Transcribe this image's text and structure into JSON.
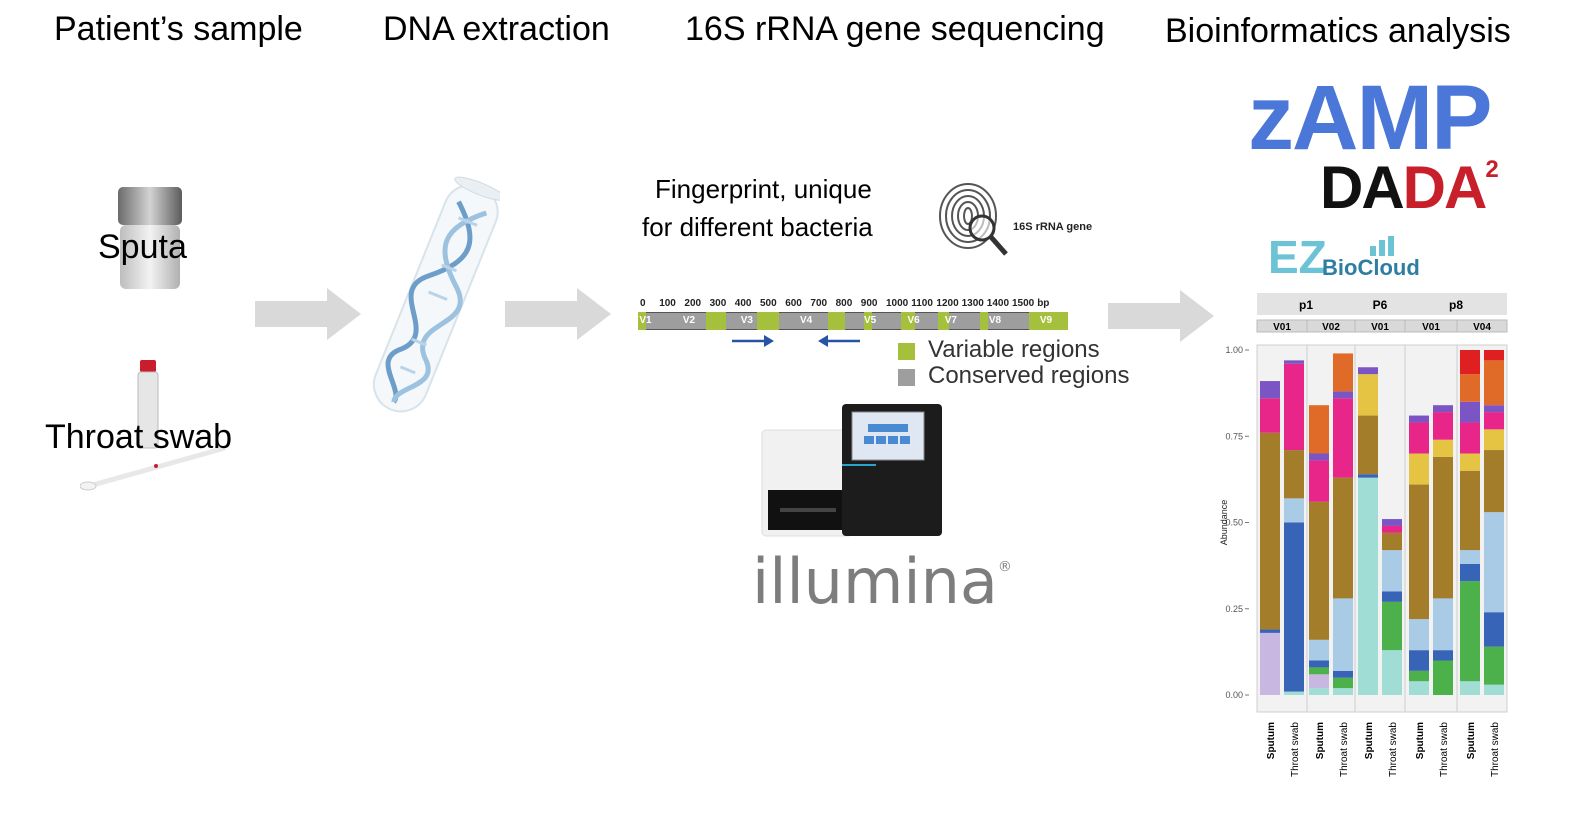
{
  "steps": {
    "sample": "Patient’s sample",
    "dna": "DNA extraction",
    "seq": "16S rRNA gene sequencing",
    "bioinf": "Bioinformatics analysis"
  },
  "samples": {
    "sputa": "Sputa",
    "throat": "Throat swab"
  },
  "fingerprint": {
    "line1": "Fingerprint, unique",
    "line2": "for different bacteria",
    "gene_label": "16S rRNA gene"
  },
  "gene_map": {
    "ticks": [
      "0",
      "100",
      "200",
      "300",
      "400",
      "500",
      "600",
      "700",
      "800",
      "900",
      "1000",
      "1100",
      "1200",
      "1300",
      "1400",
      "1500",
      "bp"
    ],
    "regions": [
      "V1",
      "V2",
      "V3",
      "V4",
      "V5",
      "V6",
      "V7",
      "V8",
      "V9"
    ]
  },
  "legend": {
    "variable": "Variable regions",
    "conserved": "Conserved regions",
    "variable_color": "#a5c03c",
    "conserved_color": "#9e9e9e"
  },
  "logos": {
    "zamp": "zAMP",
    "dada_d1": "DA",
    "dada_d2": "DA",
    "dada_sup": "2",
    "ez": "EZ",
    "biocloud": "BioCloud",
    "illumina": "illumina",
    "illumina_reg": "®"
  },
  "chart_data": {
    "type": "bar",
    "stacked": true,
    "ylabel": "Abundance",
    "ylim": [
      0,
      1
    ],
    "yticks": [
      "0.00",
      "0.25",
      "0.50",
      "0.75",
      "1.00"
    ],
    "facets_top": [
      "p1",
      "P6",
      "p8"
    ],
    "facets_sub": [
      "V01",
      "V02",
      "V01",
      "V01",
      "V04"
    ],
    "categories": [
      "Sputum",
      "Throat swab",
      "Sputum",
      "Throat swab",
      "Sputum",
      "Throat swab",
      "Sputum",
      "Throat swab",
      "Sputum",
      "Throat swab"
    ],
    "colors": [
      "#a0ddd4",
      "#c8b7e0",
      "#4cb14a",
      "#3864b8",
      "#a9cbe6",
      "#a47d2b",
      "#e5c443",
      "#e8268a",
      "#7c55c5",
      "#e06a28",
      "#e02020"
    ],
    "series": [
      {
        "values": [
          0.0,
          0.01,
          0.02,
          0.02,
          0.63,
          0.13,
          0.04,
          0.0,
          0.04,
          0.03
        ]
      },
      {
        "values": [
          0.18,
          0.0,
          0.04,
          0.0,
          0.0,
          0.0,
          0.0,
          0.0,
          0.0,
          0.0
        ]
      },
      {
        "values": [
          0.0,
          0.0,
          0.02,
          0.03,
          0.0,
          0.14,
          0.03,
          0.1,
          0.29,
          0.11
        ]
      },
      {
        "values": [
          0.01,
          0.49,
          0.02,
          0.02,
          0.01,
          0.03,
          0.06,
          0.03,
          0.05,
          0.1
        ]
      },
      {
        "values": [
          0.0,
          0.07,
          0.06,
          0.21,
          0.0,
          0.12,
          0.09,
          0.15,
          0.04,
          0.29
        ]
      },
      {
        "values": [
          0.57,
          0.14,
          0.4,
          0.35,
          0.17,
          0.05,
          0.39,
          0.41,
          0.23,
          0.18
        ]
      },
      {
        "values": [
          0.0,
          0.0,
          0.0,
          0.0,
          0.12,
          0.0,
          0.09,
          0.05,
          0.05,
          0.06
        ]
      },
      {
        "values": [
          0.1,
          0.25,
          0.12,
          0.23,
          0.0,
          0.02,
          0.09,
          0.08,
          0.09,
          0.05
        ]
      },
      {
        "values": [
          0.05,
          0.01,
          0.02,
          0.02,
          0.02,
          0.02,
          0.02,
          0.02,
          0.06,
          0.02
        ]
      },
      {
        "values": [
          0.0,
          0.0,
          0.14,
          0.11,
          0.0,
          0.0,
          0.0,
          0.0,
          0.08,
          0.13
        ]
      },
      {
        "values": [
          0.0,
          0.0,
          0.0,
          0.0,
          0.0,
          0.0,
          0.0,
          0.0,
          0.07,
          0.03
        ]
      }
    ]
  }
}
